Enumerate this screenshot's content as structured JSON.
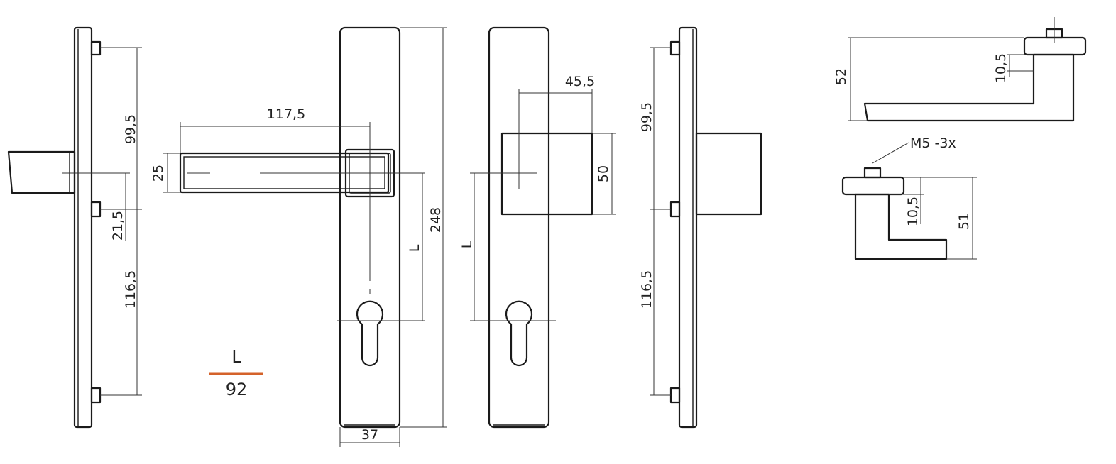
{
  "dimensions": {
    "d99_5": "99,5",
    "d21_5": "21,5",
    "d116_5": "116,5",
    "d117_5": "117,5",
    "d25": "25",
    "d248": "248",
    "d37": "37",
    "dL": "L",
    "d45_5": "45,5",
    "d50": "50",
    "d52": "52",
    "d10_5": "10,5",
    "d51": "51",
    "m5": "M5 -3x"
  },
  "legend": {
    "label": "L",
    "value": "92",
    "accent_color": "#d4622a"
  }
}
